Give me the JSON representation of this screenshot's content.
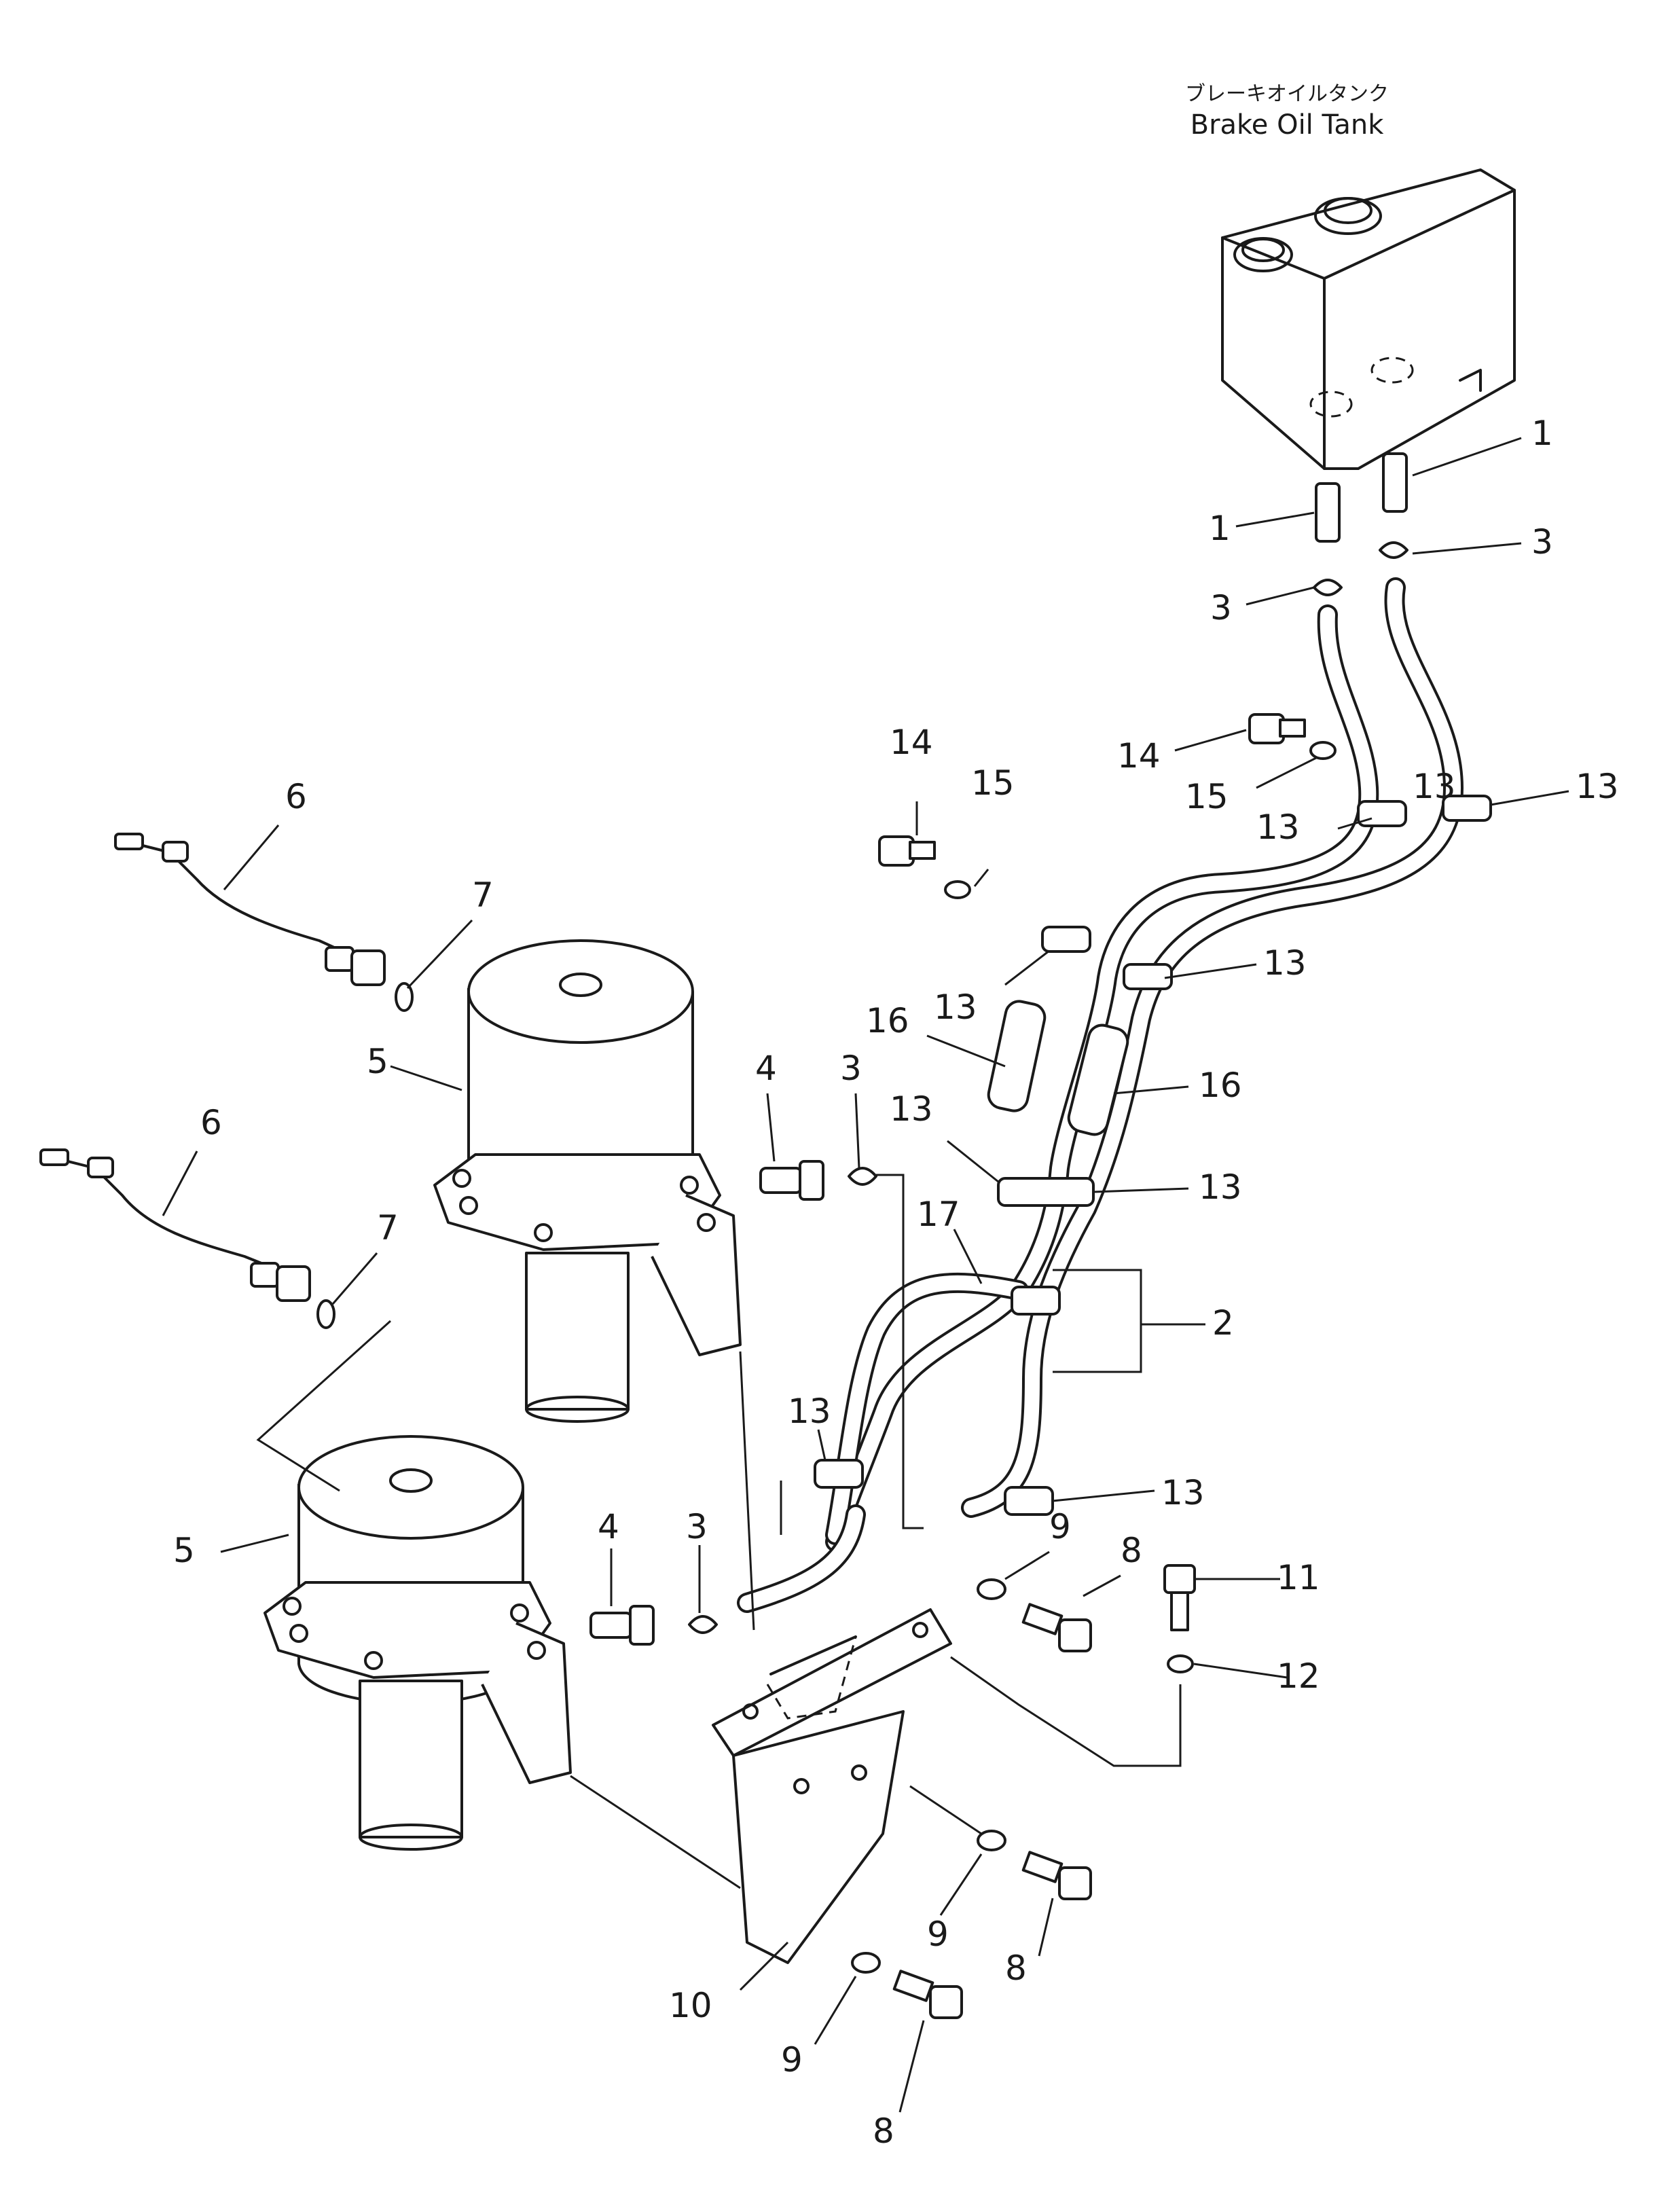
{
  "tank_label": {
    "japanese": "ブレーキオイルタンク",
    "english": "Brake Oil Tank"
  },
  "callouts": {
    "c1a": "1",
    "c1b": "1",
    "c2": "2",
    "c3a": "3",
    "c3b": "3",
    "c3c": "3",
    "c3d": "3",
    "c4a": "4",
    "c4b": "4",
    "c5a": "5",
    "c5b": "5",
    "c6a": "6",
    "c6b": "6",
    "c7a": "7",
    "c7b": "7",
    "c8a": "8",
    "c8b": "8",
    "c8c": "8",
    "c9a": "9",
    "c9b": "9",
    "c9c": "9",
    "c10": "10",
    "c11": "11",
    "c12": "12",
    "c13a": "13",
    "c13b": "13",
    "c13c": "13",
    "c13d": "13",
    "c13e": "13",
    "c13f": "13",
    "c13g": "13",
    "c13h": "13",
    "c13i": "13",
    "c14a": "14",
    "c14b": "14",
    "c15a": "15",
    "c15b": "15",
    "c16a": "16",
    "c16b": "16",
    "c17": "17"
  }
}
